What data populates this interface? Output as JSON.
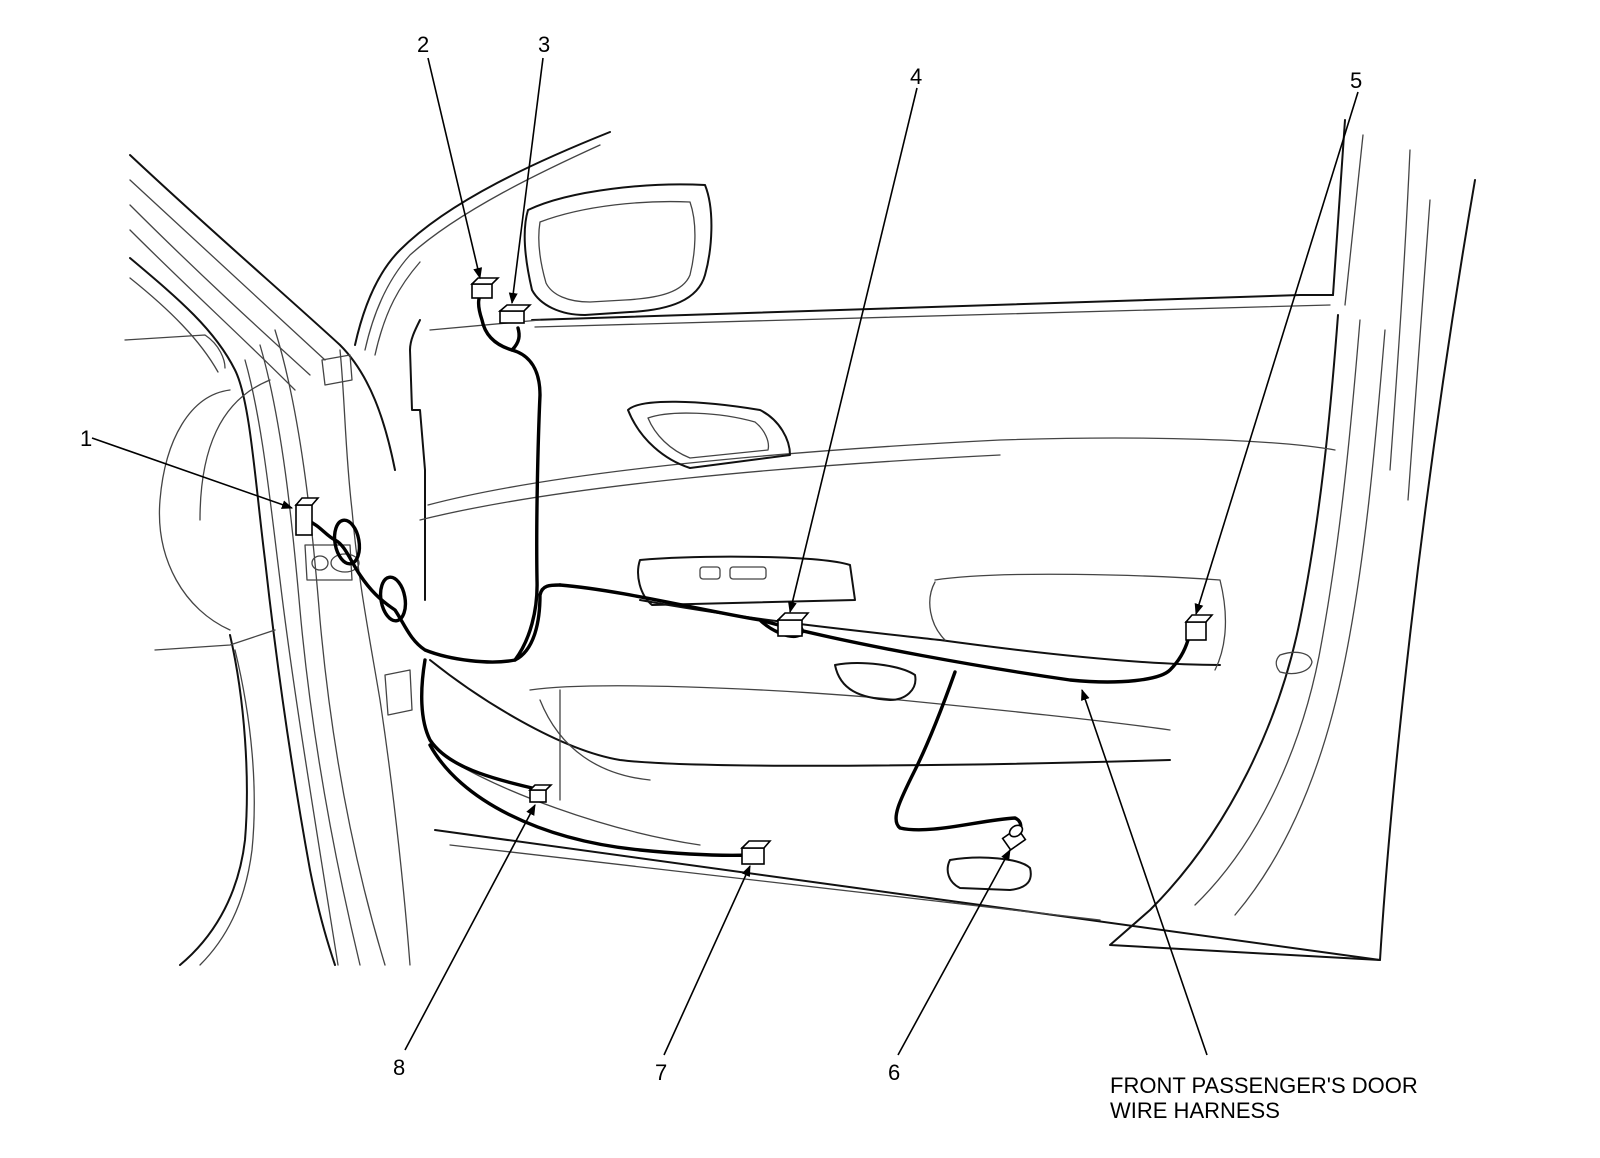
{
  "callouts": {
    "c1": "1",
    "c2": "2",
    "c3": "3",
    "c4": "4",
    "c5": "5",
    "c6": "6",
    "c7": "7",
    "c8": "8"
  },
  "caption": {
    "line1": "FRONT PASSENGER'S DOOR",
    "line2": "WIRE HARNESS"
  }
}
